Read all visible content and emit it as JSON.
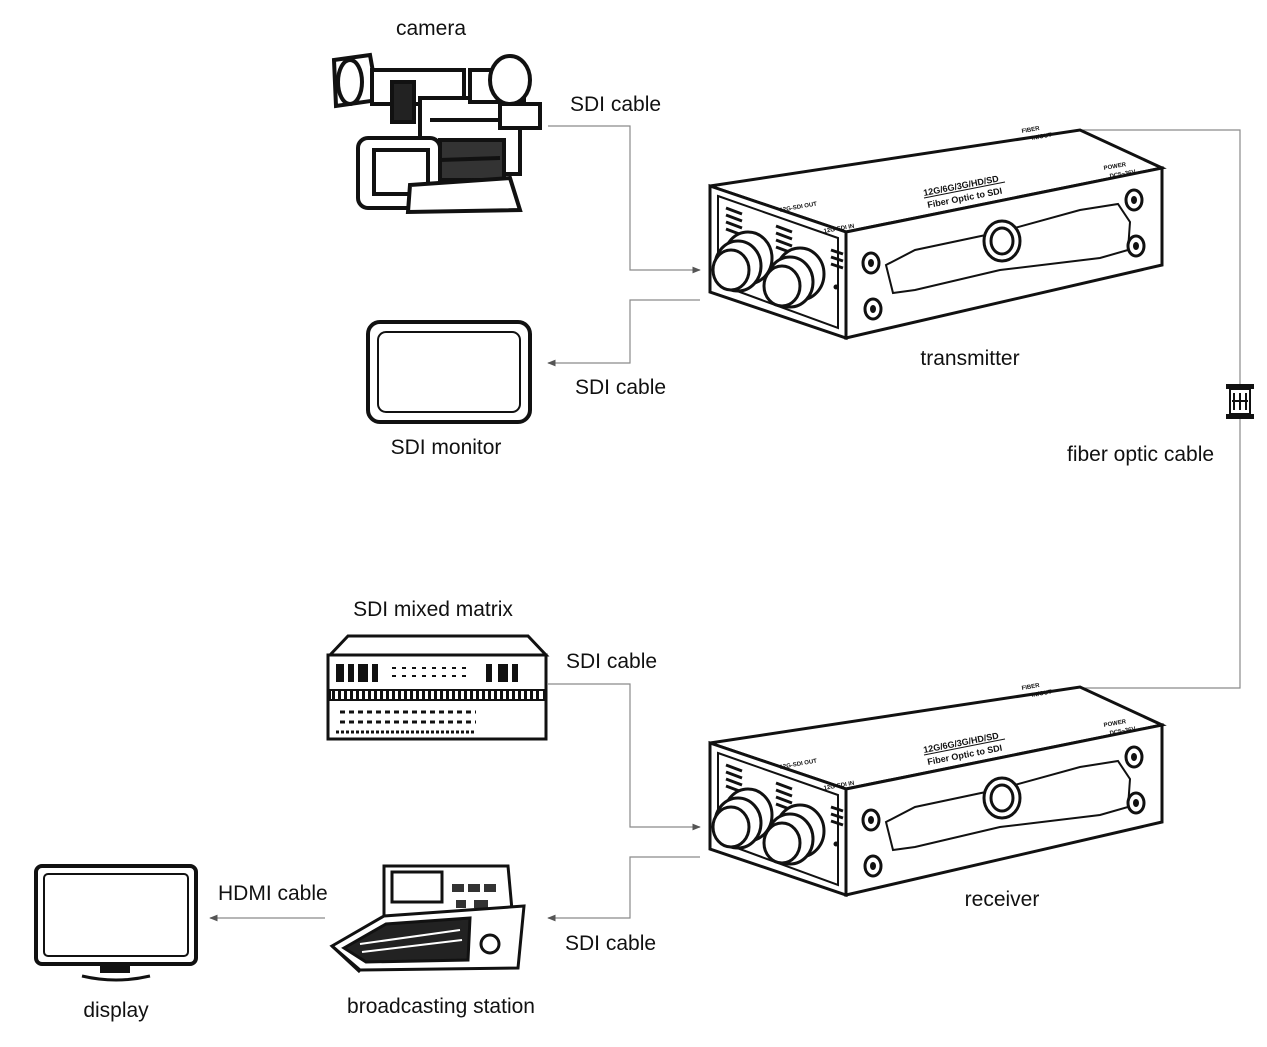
{
  "labels": {
    "camera": "camera",
    "sdi_cable_1": "SDI cable",
    "sdi_cable_2": "SDI cable",
    "sdi_monitor": "SDI monitor",
    "transmitter": "transmitter",
    "fiber_optic_cable": "fiber optic cable",
    "sdi_mixed_matrix": "SDI mixed matrix",
    "sdi_cable_3": "SDI cable",
    "receiver": "receiver",
    "hdmi_cable": "HDMI cable",
    "sdi_cable_4": "SDI cable",
    "display": "display",
    "broadcasting_station": "broadcasting station"
  },
  "device": {
    "model": "12G/6G/3G/HD/SD",
    "desc": "Fiber Optic to SDI",
    "port_out": "12G-SDI OUT",
    "port_in": "12G-SDI IN",
    "fiber_1": "FIBER",
    "fiber_2": "IN/OUT",
    "power_1": "POWER",
    "power_2": "DC5~36V"
  },
  "colors": {
    "line": "#8a8a8a",
    "ink": "#111111"
  }
}
